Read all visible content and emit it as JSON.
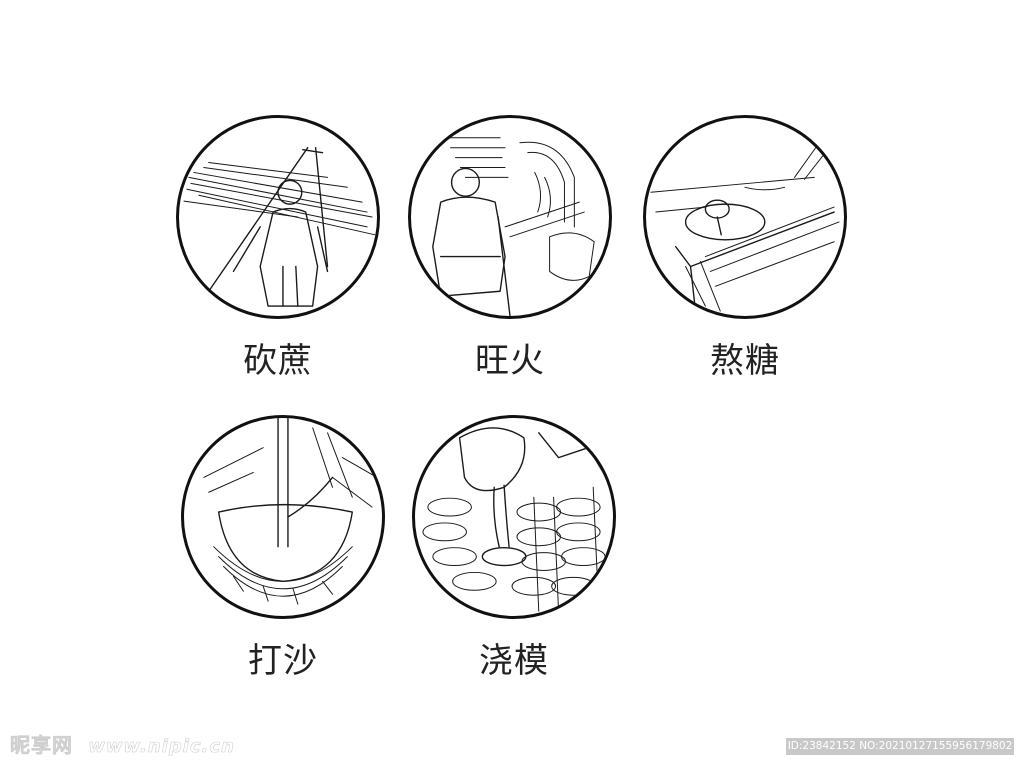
{
  "steps": [
    {
      "label": "砍蔗",
      "icon": "sugarcane-harvest-illustration"
    },
    {
      "label": "旺火",
      "icon": "furnace-fire-illustration"
    },
    {
      "label": "熬糖",
      "icon": "sugar-boiling-illustration"
    },
    {
      "label": "打沙",
      "icon": "sugar-stirring-illustration"
    },
    {
      "label": "浇模",
      "icon": "mold-pouring-illustration"
    }
  ],
  "watermark": {
    "site_cn": "昵享网",
    "url": "www.nipic.cn"
  },
  "id_bar": {
    "text": "ID:23842152 NO:20210127155956179802"
  },
  "colors": {
    "line": "#1a1a1a",
    "label": "#222222",
    "id_bar_bg": "#c8c8c8",
    "background": "#ffffff"
  }
}
